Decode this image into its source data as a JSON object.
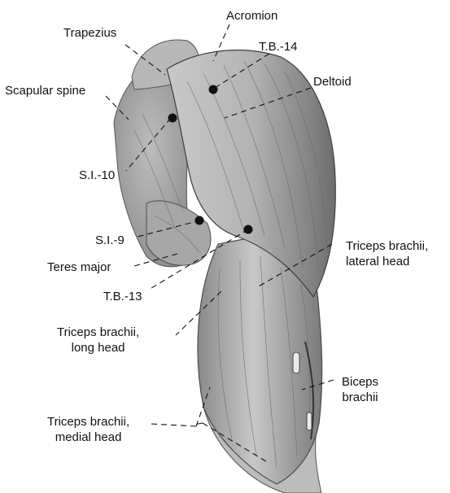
{
  "labels": {
    "trapezius": "Trapezius",
    "acromion": "Acromion",
    "tb14": "T.B.-14",
    "deltoid": "Deltoid",
    "scapular_spine": "Scapular spine",
    "si10": "S.I.-10",
    "si9": "S.I.-9",
    "triceps_lateral": [
      "Triceps brachii,",
      "lateral head"
    ],
    "teres_major": "Teres major",
    "tb13": "T.B.-13",
    "triceps_long": [
      "Triceps brachii,",
      "long head"
    ],
    "biceps": [
      "Biceps",
      "brachii"
    ],
    "triceps_medial": [
      "Triceps brachii,",
      "medial head"
    ]
  },
  "colors": {
    "muscle_light": "#d9d9d9",
    "muscle_mid": "#a9a9a9",
    "muscle_dark": "#5c5c5c",
    "point": "#111111"
  }
}
